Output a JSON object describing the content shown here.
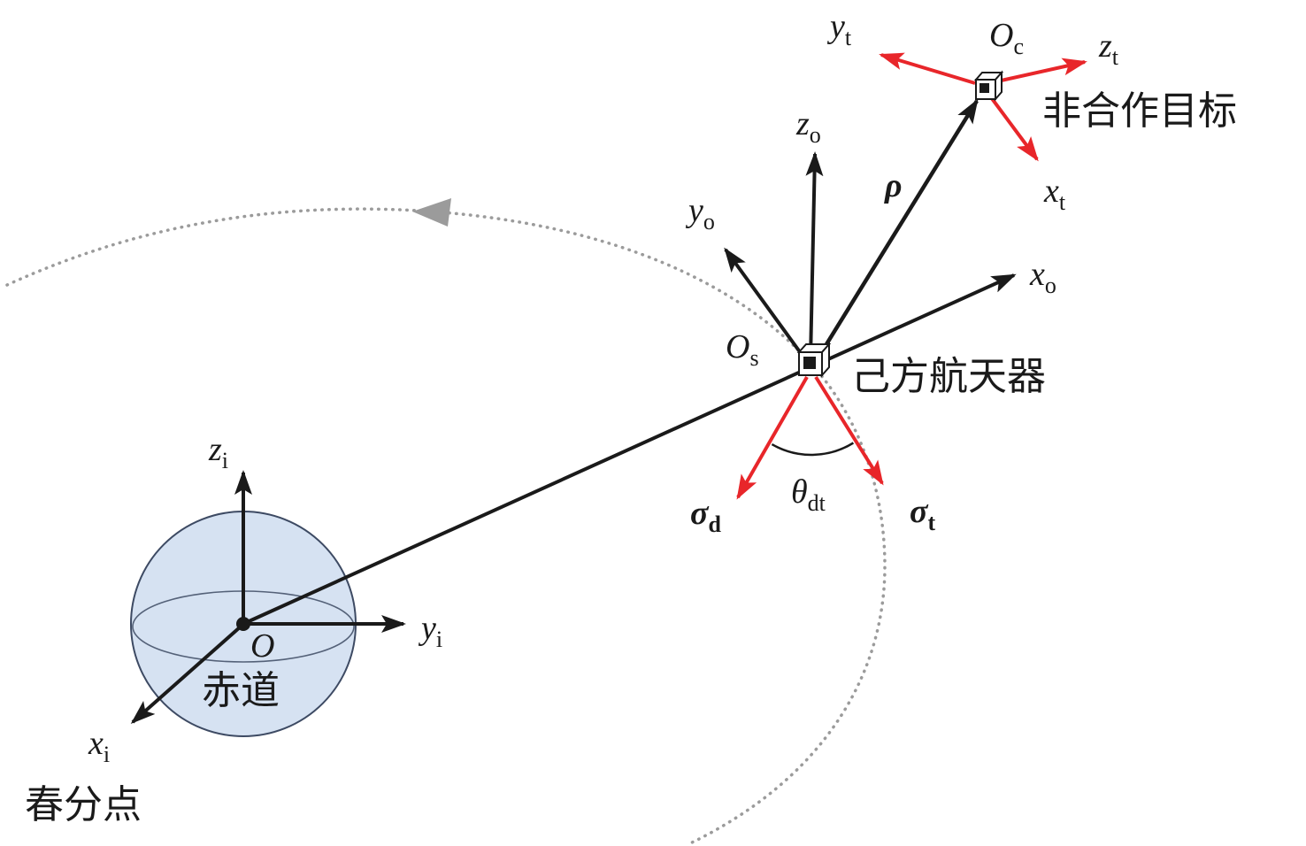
{
  "figure": {
    "description": "spacecraft and non-cooperative target coordinate frames diagram"
  },
  "colors": {
    "axis": "#1a1a1a",
    "red": "#e8262a",
    "orbit": "#9b9b9b",
    "earth_fill": "#d6e2f2",
    "earth_stroke": "#3d4a63"
  },
  "labels": {
    "zi": {
      "main": "z",
      "sub": "i"
    },
    "yi": {
      "main": "y",
      "sub": "i"
    },
    "xi": {
      "main": "x",
      "sub": "i"
    },
    "origin": "O",
    "equator": "赤道",
    "vernal_equinox": "春分点",
    "zo": {
      "main": "z",
      "sub": "o"
    },
    "yo": {
      "main": "y",
      "sub": "o"
    },
    "xo": {
      "main": "x",
      "sub": "o"
    },
    "os": {
      "main": "O",
      "sub": "s"
    },
    "oc": {
      "main": "O",
      "sub": "c"
    },
    "spacecraft": "己方航天器",
    "target": "非合作目标",
    "rho": "ρ",
    "yt": {
      "main": "y",
      "sub": "t"
    },
    "zt": {
      "main": "z",
      "sub": "t"
    },
    "xt": {
      "main": "x",
      "sub": "t"
    },
    "sigma_d": {
      "main": "σ",
      "sub": "d"
    },
    "sigma_t": {
      "main": "σ",
      "sub": "t"
    },
    "theta_dt": {
      "main": "θ",
      "sub": "dt"
    }
  }
}
